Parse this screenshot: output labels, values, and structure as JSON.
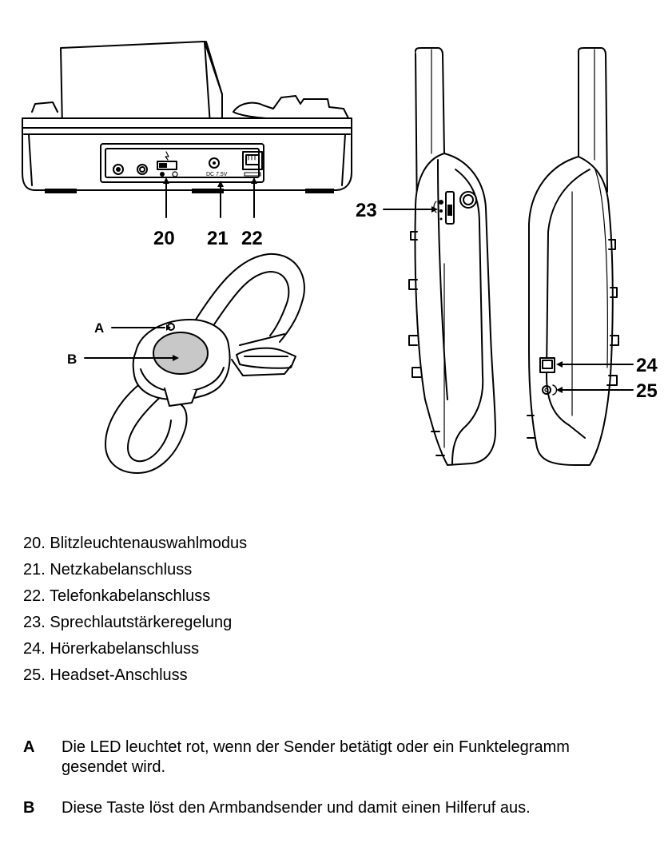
{
  "callouts": {
    "c20": "20",
    "c21": "21",
    "c22": "22",
    "c23": "23",
    "c24": "24",
    "c25": "25",
    "cA": "A",
    "cB": "B"
  },
  "device_labels": {
    "dc_label": "DC 7.5V"
  },
  "legend": [
    "20. Blitzleuchtenauswahlmodus",
    "21. Netzkabelanschluss",
    "22. Telefonkabelanschluss",
    "23. Sprechlautstärkeregelung",
    "24. Hörerkabelanschluss",
    "25. Headset-Anschluss"
  ],
  "descriptions": [
    {
      "key": "A",
      "text": "Die LED leuchtet rot, wenn der Sender betätigt oder ein Funktelegramm gesendet wird."
    },
    {
      "key": "B",
      "text": "Diese Taste löst den Armbandsender und damit einen Hilferuf aus."
    }
  ]
}
